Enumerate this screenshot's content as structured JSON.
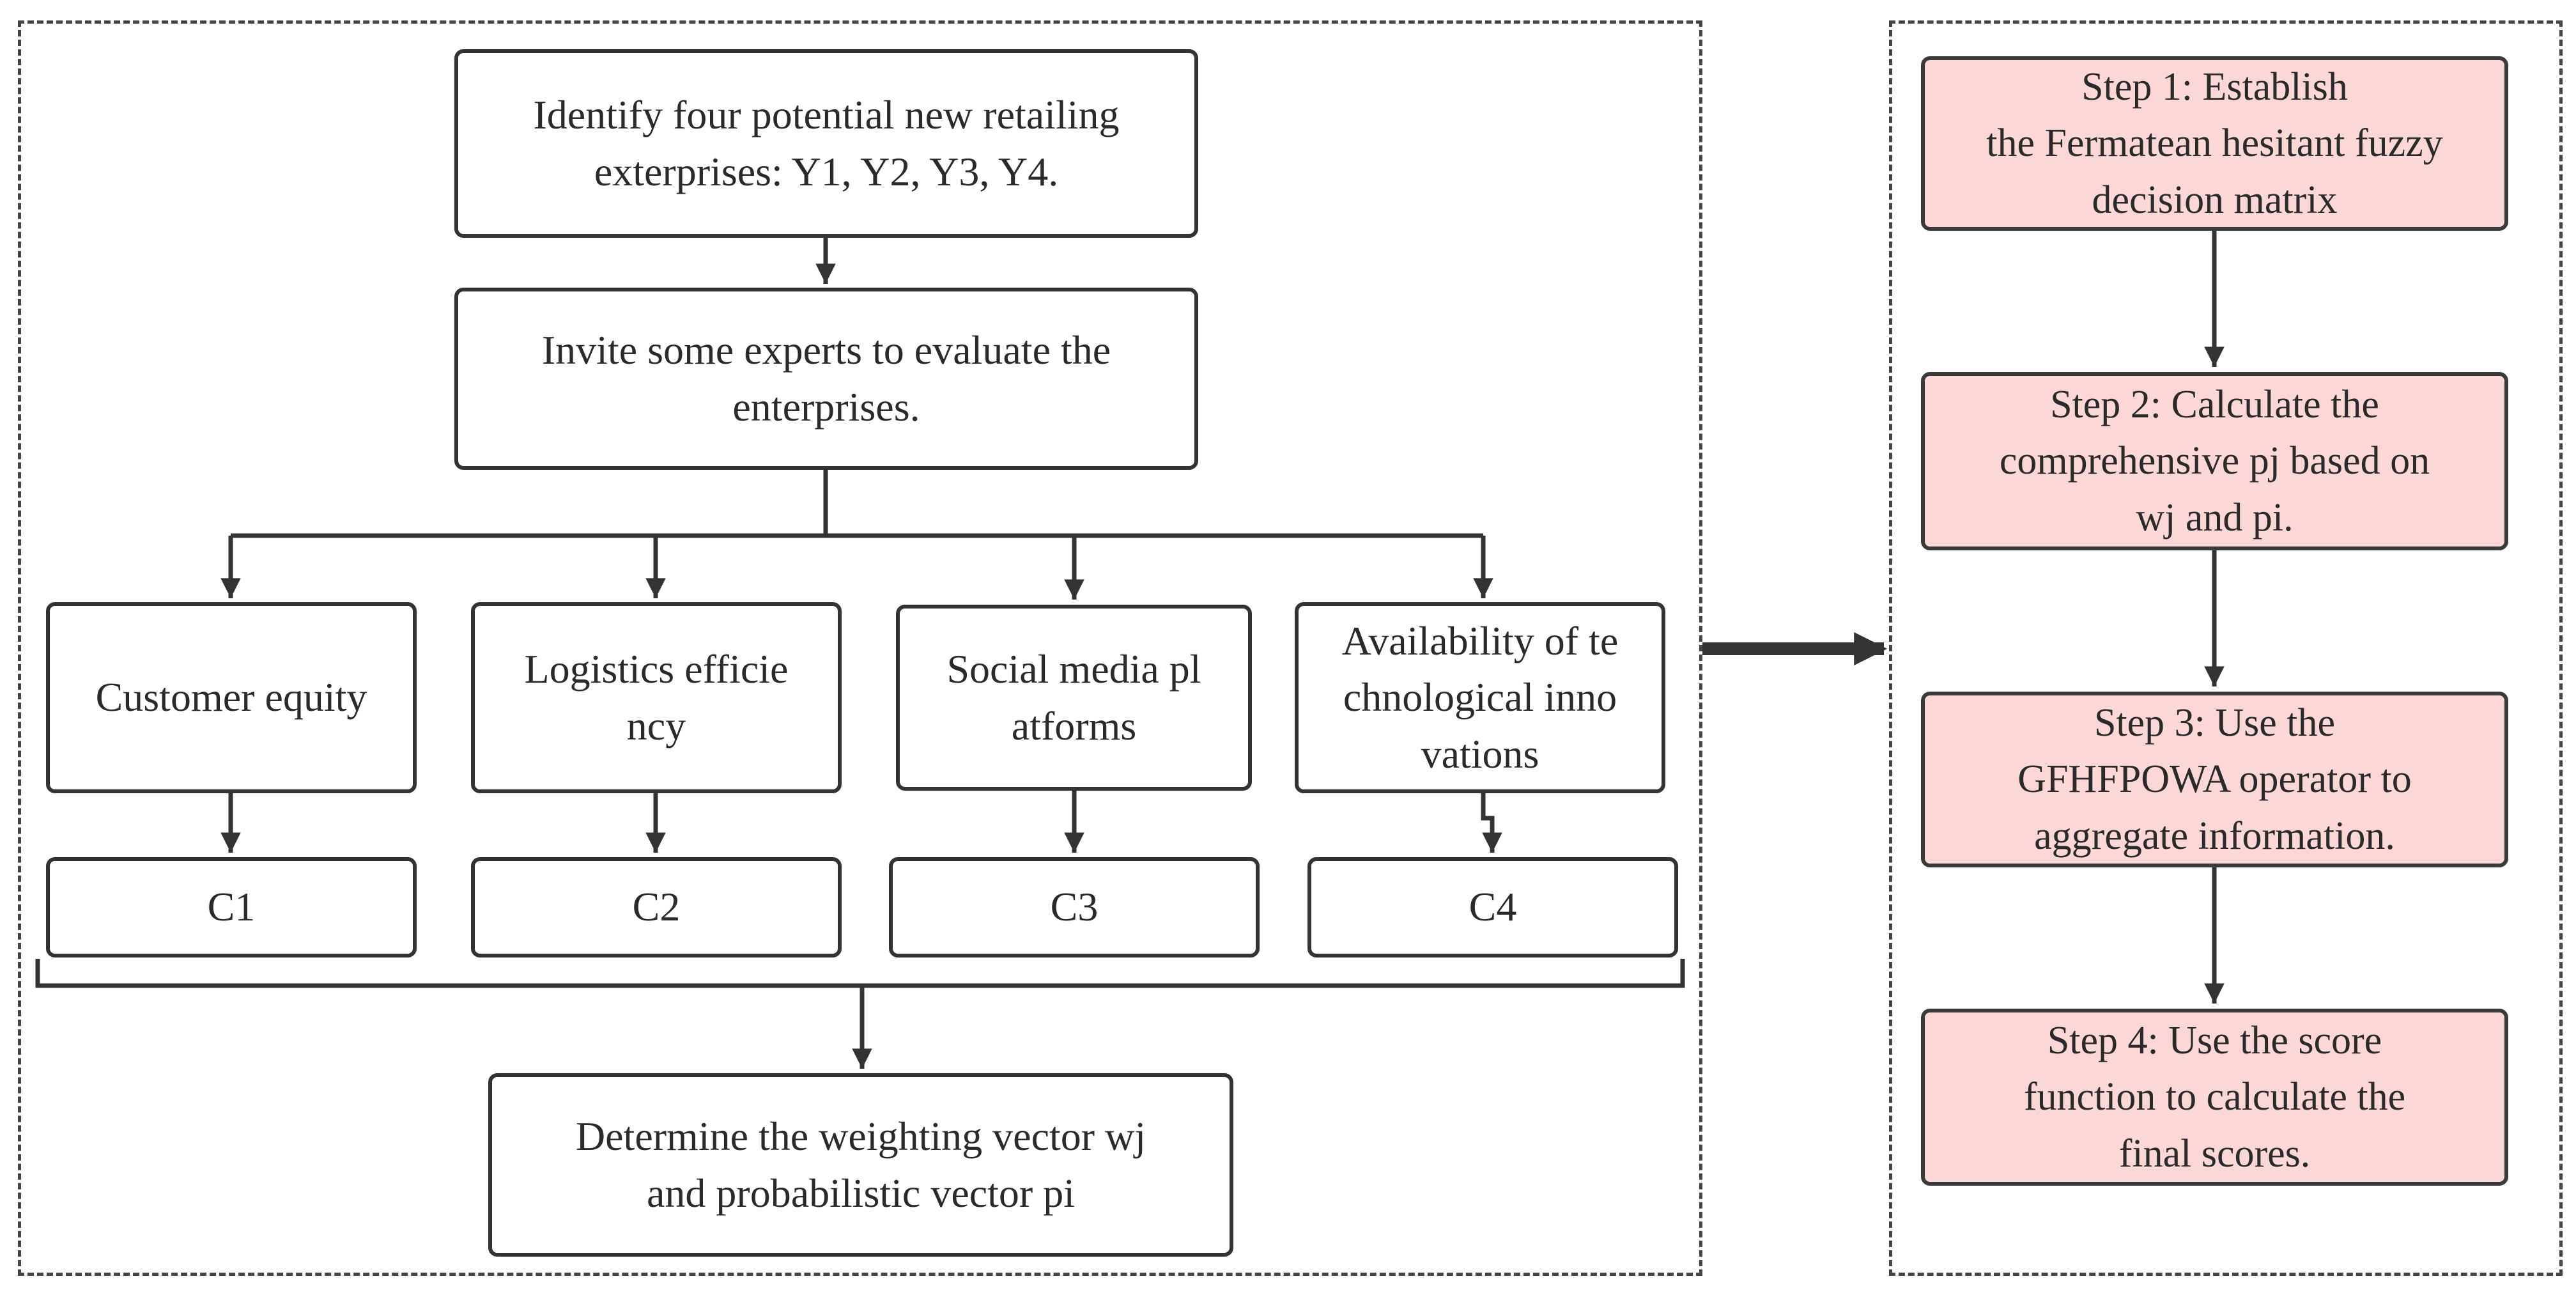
{
  "left_panel": {
    "identify": "Identify four potential new retailing\nexterprises: Y1, Y2, Y3, Y4.",
    "invite": "Invite some experts to evaluate the\nenterprises.",
    "criteria": [
      {
        "name": "Customer equity",
        "code": "C1"
      },
      {
        "name": "Logistics efficie\nncy",
        "code": "C2"
      },
      {
        "name": "Social media pl\natforms",
        "code": "C3"
      },
      {
        "name": "Availability of te\nchnological inno\nvations",
        "code": "C4"
      }
    ],
    "determine": "Determine the weighting vector wj\nand probabilistic vector pi"
  },
  "right_panel": {
    "steps": [
      "Step 1: Establish\nthe Fermatean hesitant fuzzy\ndecision matrix",
      "Step 2: Calculate the\ncomprehensive pj based on\nwj and pi.",
      "Step 3: Use the\nGFHFPOWA operator to\naggregate information.",
      "Step 4: Use the score\nfunction to calculate the\nfinal scores."
    ]
  },
  "colors": {
    "step_fill": "#fbd7d7",
    "line": "#333333"
  }
}
